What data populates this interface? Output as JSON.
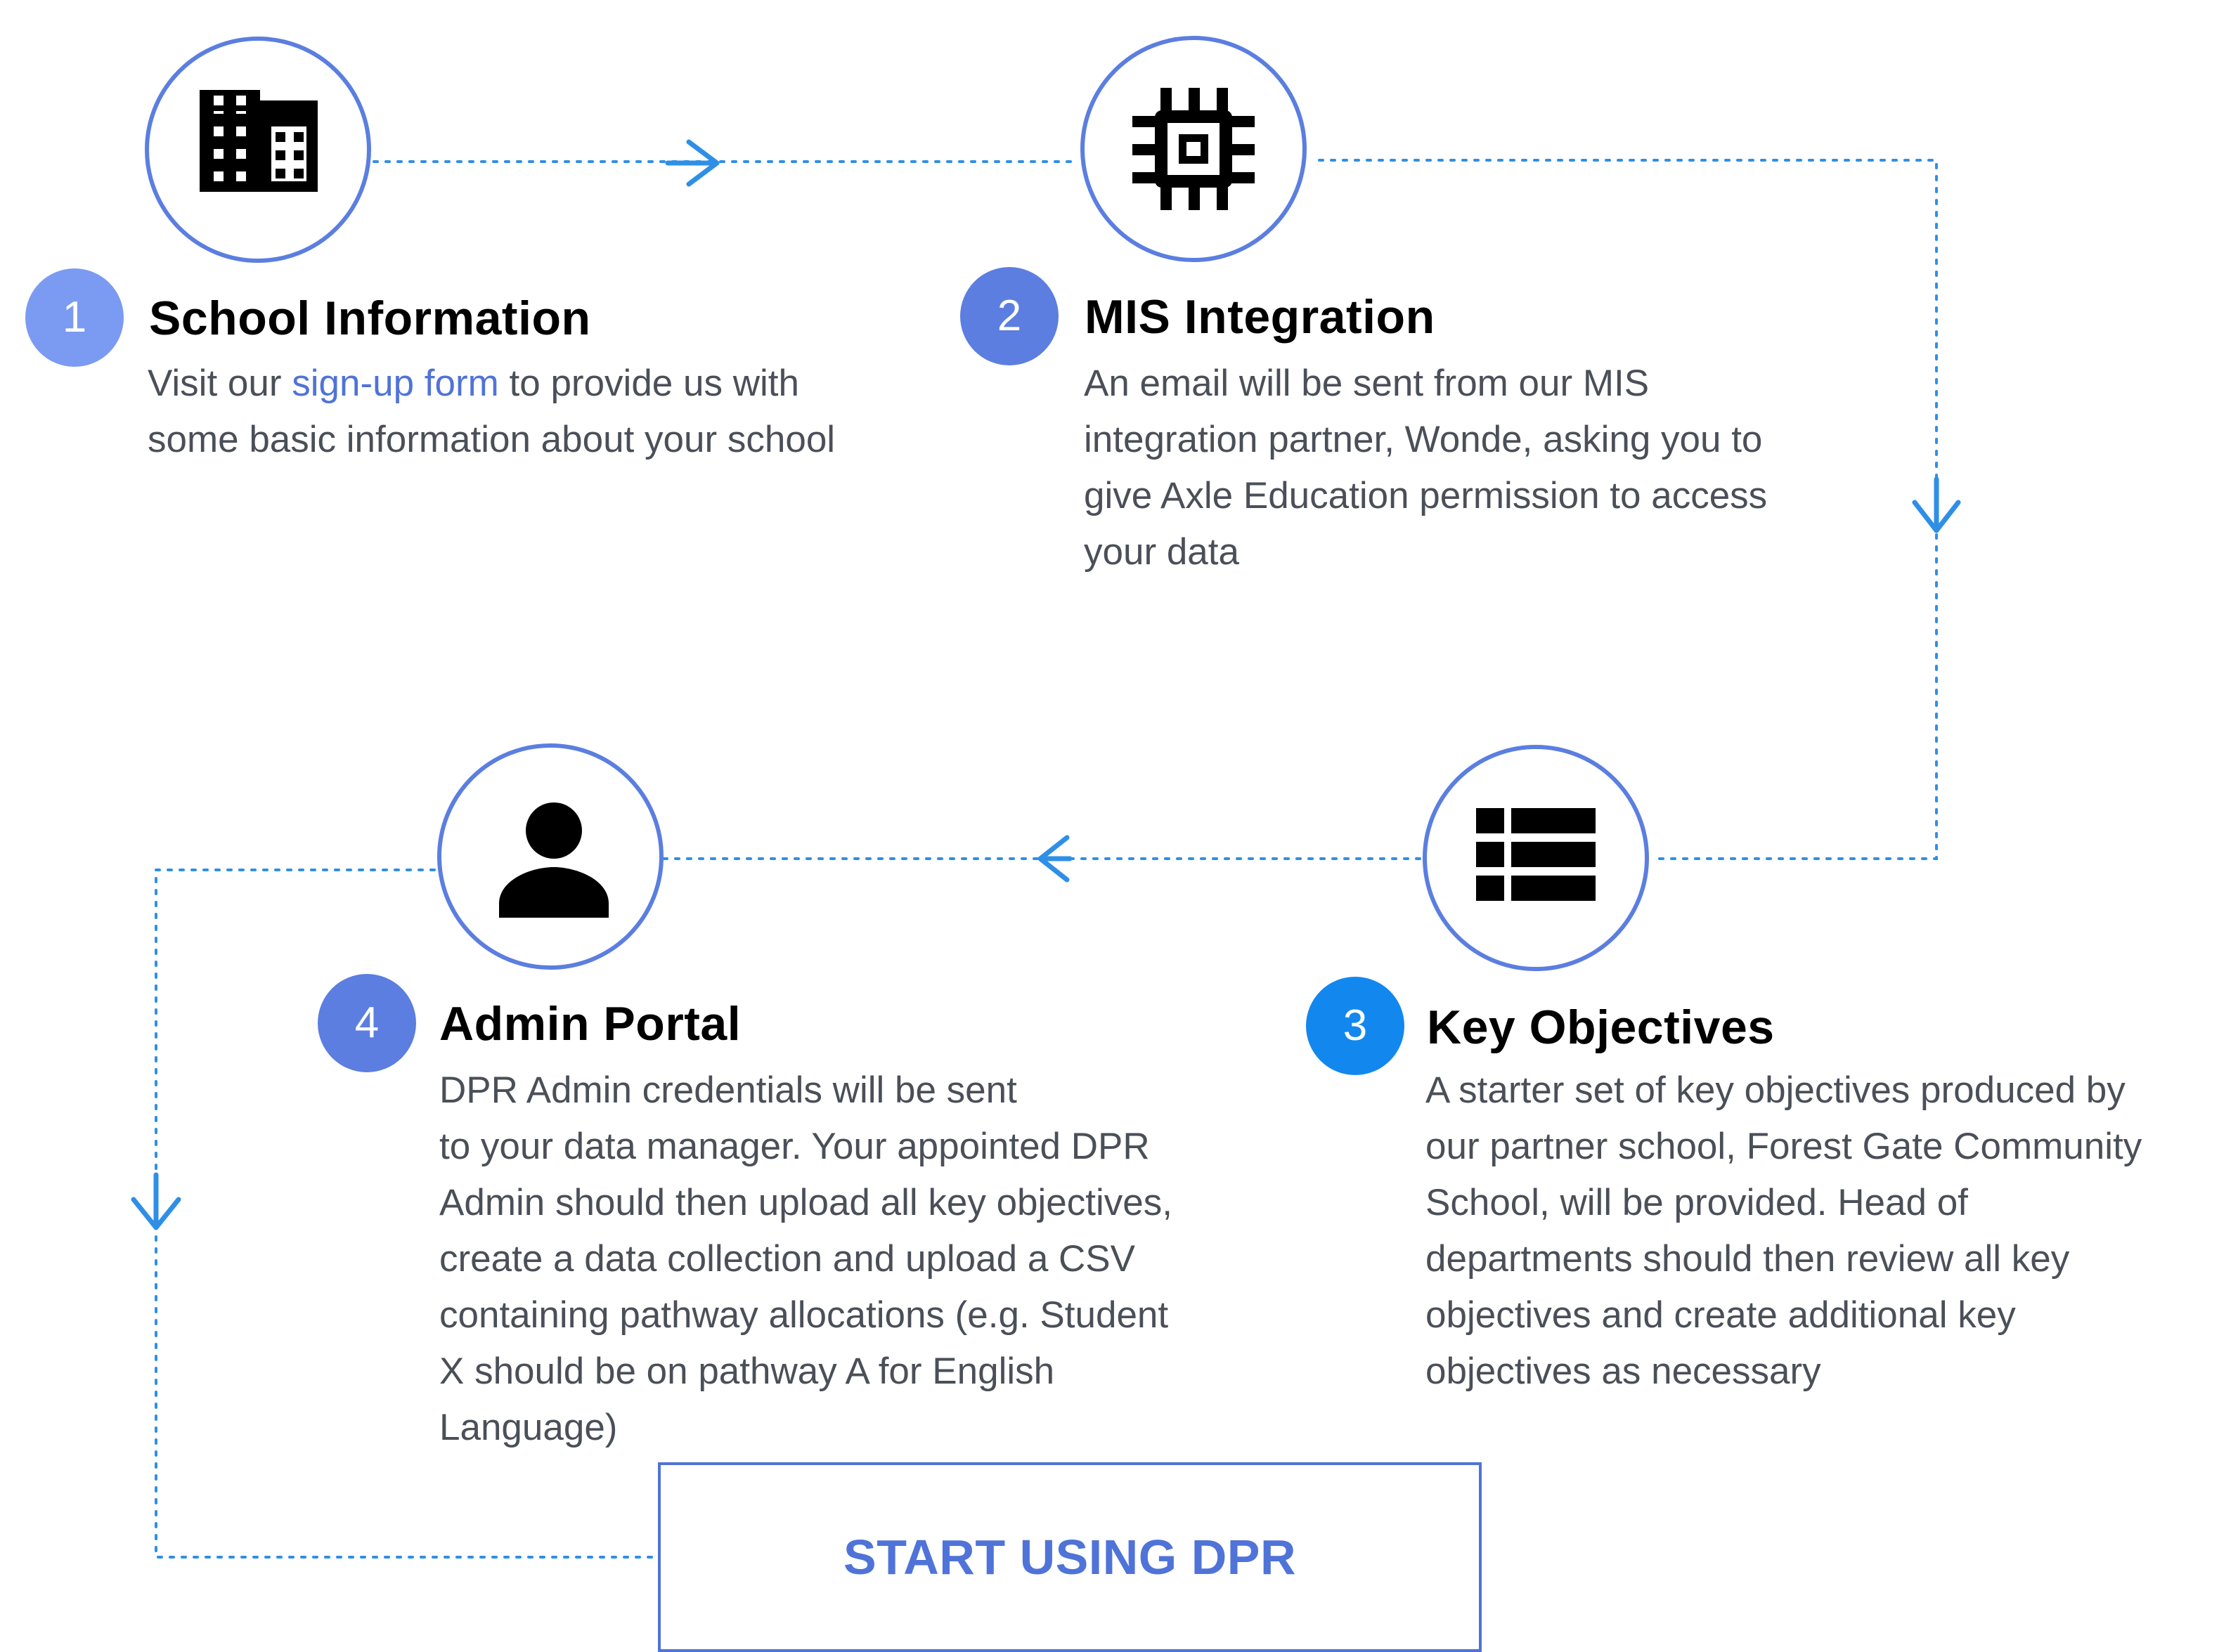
{
  "colors": {
    "accent": "#5b7ee0",
    "connector": "#2f8fe6",
    "badge_1": "#7b9af2",
    "badge_2": "#5b7ee0",
    "badge_3": "#1288ee",
    "badge_4": "#5b7ee0",
    "text_dark": "#000000",
    "text_body": "#4a4f58",
    "link": "#4f73d8"
  },
  "steps": [
    {
      "number": "1",
      "title": "School Information",
      "icon": "building-icon",
      "desc_prefix": "Visit our ",
      "desc_link": "sign-up form",
      "desc_suffix": " to provide us with\nsome basic information about your school"
    },
    {
      "number": "2",
      "title": "MIS Integration",
      "icon": "chip-icon",
      "description": "An email will be sent from our MIS\nintegration partner, Wonde, asking you to\ngive Axle Education permission to access\nyour data"
    },
    {
      "number": "3",
      "title": "Key Objectives",
      "icon": "list-icon",
      "description": "A starter set of key objectives produced by\nour partner school, Forest Gate Community\nSchool, will be provided. Head of\ndepartments should then review all key\nobjectives and create additional key\nobjectives as necessary"
    },
    {
      "number": "4",
      "title": "Admin Portal",
      "icon": "person-icon",
      "description": "DPR Admin credentials will be sent\nto your data manager. Your appointed DPR\nAdmin should then upload all key objectives,\ncreate a data collection and upload a CSV\ncontaining pathway allocations (e.g. Student\nX should be on pathway A for English\nLanguage)"
    }
  ],
  "cta": {
    "label": "START USING DPR"
  }
}
